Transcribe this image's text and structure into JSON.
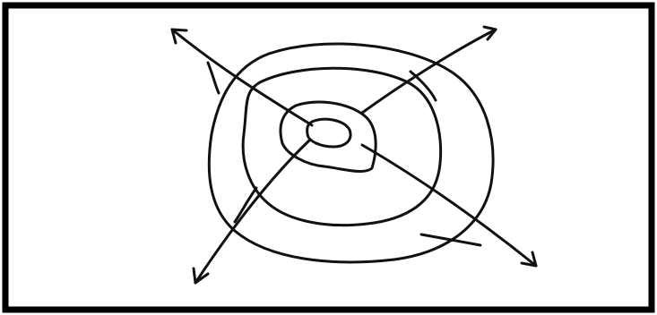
{
  "diagram": {
    "kind": "hand-drawn concentric contour rings with outward arrows",
    "ring_count": 4,
    "arrow_count": 4,
    "arrow_directions": [
      "up-left",
      "up-right",
      "down-left",
      "down-right"
    ],
    "colors": {
      "ink": "#111111",
      "background": "#ffffff",
      "border": "#000000"
    }
  }
}
